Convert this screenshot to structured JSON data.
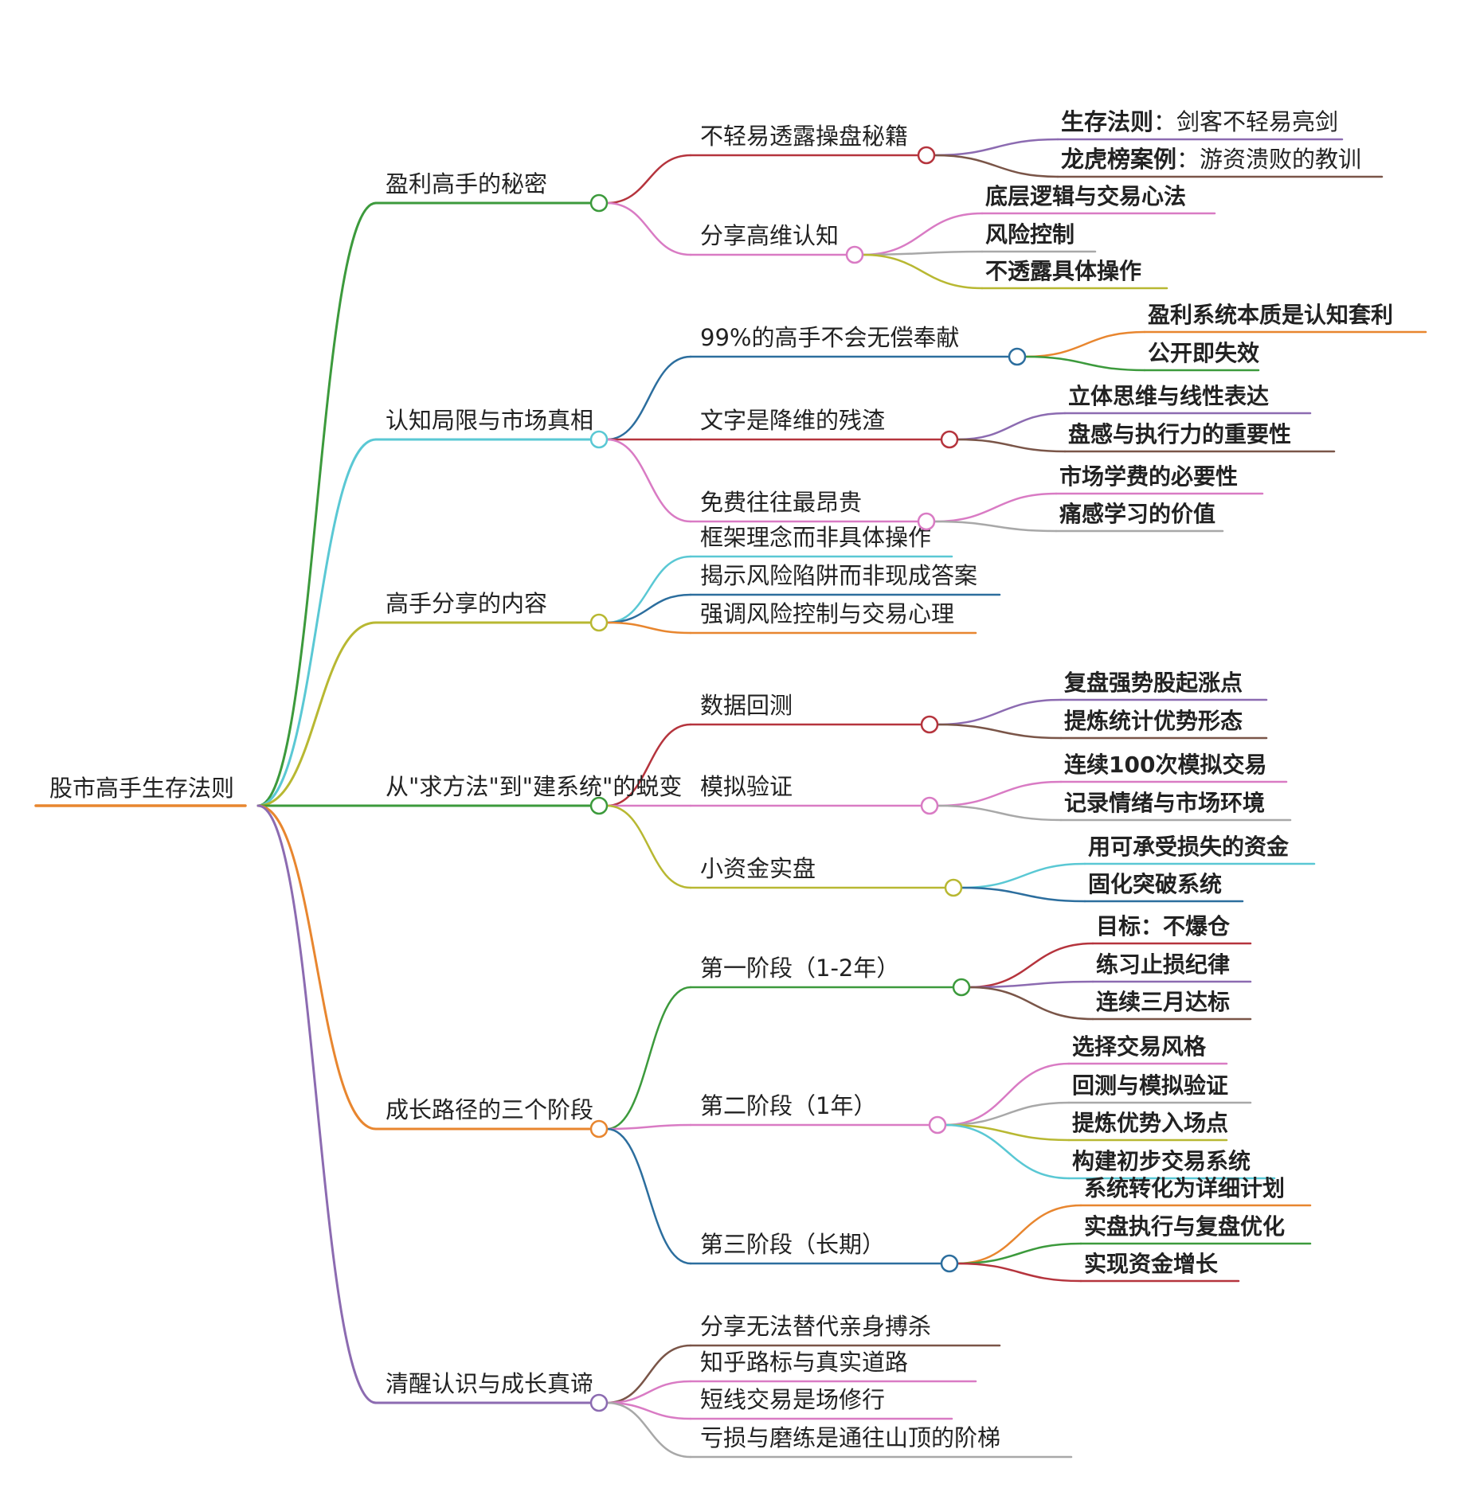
{
  "root": {
    "label": "股市高手生存法则",
    "color": "#e8862f"
  },
  "branches": [
    {
      "label": "盈利高手的秘密",
      "color": "#3c9a3c",
      "children": [
        {
          "label": "不轻易透露操盘秘籍",
          "color": "#b5343d",
          "bold_children": false,
          "children": [
            {
              "key": "生存法则",
              "value": "剑客不轻易亮剑",
              "color": "#8c6bb1"
            },
            {
              "key": "龙虎榜案例",
              "value": "游资溃败的教训",
              "color": "#7a5548"
            }
          ]
        },
        {
          "label": "分享高维认知",
          "color": "#d97bc4",
          "bold_children": true,
          "children": [
            {
              "label": "底层逻辑与交易心法",
              "color": "#d97bc4"
            },
            {
              "label": "风险控制",
              "color": "#a8a8a8"
            },
            {
              "label": "不透露具体操作",
              "color": "#b8b832"
            }
          ]
        }
      ]
    },
    {
      "label": "认知局限与市场真相",
      "color": "#5ac8d4",
      "children": [
        {
          "label": "99%的高手不会无偿奉献",
          "color": "#2c6e9e",
          "bold_children": true,
          "children": [
            {
              "label": "盈利系统本质是认知套利",
              "color": "#e8862f"
            },
            {
              "label": "公开即失效",
              "color": "#3c9a3c"
            }
          ]
        },
        {
          "label": "文字是降维的残渣",
          "color": "#b5343d",
          "bold_children": true,
          "children": [
            {
              "label": "立体思维与线性表达",
              "color": "#8c6bb1"
            },
            {
              "label": "盘感与执行力的重要性",
              "color": "#7a5548"
            }
          ]
        },
        {
          "label": "免费往往最昂贵",
          "color": "#d97bc4",
          "bold_children": true,
          "children": [
            {
              "label": "市场学费的必要性",
              "color": "#d97bc4"
            },
            {
              "label": "痛感学习的价值",
              "color": "#a8a8a8"
            }
          ]
        }
      ]
    },
    {
      "label": "高手分享的内容",
      "color": "#b8b832",
      "children": [
        {
          "label": "框架理念而非具体操作",
          "color": "#5ac8d4",
          "children": []
        },
        {
          "label": "揭示风险陷阱而非现成答案",
          "color": "#2c6e9e",
          "children": []
        },
        {
          "label": "强调风险控制与交易心理",
          "color": "#e8862f",
          "children": []
        }
      ]
    },
    {
      "label": "从\"求方法\"到\"建系统\"的蜕变",
      "color": "#3c9a3c",
      "children": [
        {
          "label": "数据回测",
          "color": "#b5343d",
          "bold_children": true,
          "children": [
            {
              "label": "复盘强势股起涨点",
              "color": "#8c6bb1"
            },
            {
              "label": "提炼统计优势形态",
              "color": "#7a5548"
            }
          ]
        },
        {
          "label": "模拟验证",
          "color": "#d97bc4",
          "bold_children": true,
          "children": [
            {
              "label": "连续100次模拟交易",
              "color": "#d97bc4"
            },
            {
              "label": "记录情绪与市场环境",
              "color": "#a8a8a8"
            }
          ]
        },
        {
          "label": "小资金实盘",
          "color": "#b8b832",
          "bold_children": true,
          "children": [
            {
              "label": "用可承受损失的资金",
              "color": "#5ac8d4"
            },
            {
              "label": "固化突破系统",
              "color": "#2c6e9e"
            }
          ]
        }
      ]
    },
    {
      "label": "成长路径的三个阶段",
      "color": "#e8862f",
      "children": [
        {
          "label": "第一阶段（1-2年）",
          "color": "#3c9a3c",
          "bold_children": true,
          "children": [
            {
              "label": "目标：不爆仓",
              "color": "#b5343d"
            },
            {
              "label": "练习止损纪律",
              "color": "#8c6bb1"
            },
            {
              "label": "连续三月达标",
              "color": "#7a5548"
            }
          ]
        },
        {
          "label": "第二阶段（1年）",
          "color": "#d97bc4",
          "bold_children": true,
          "children": [
            {
              "label": "选择交易风格",
              "color": "#d97bc4"
            },
            {
              "label": "回测与模拟验证",
              "color": "#a8a8a8"
            },
            {
              "label": "提炼优势入场点",
              "color": "#b8b832"
            },
            {
              "label": "构建初步交易系统",
              "color": "#5ac8d4"
            }
          ]
        },
        {
          "label": "第三阶段（长期）",
          "color": "#2c6e9e",
          "bold_children": true,
          "children": [
            {
              "label": "系统转化为详细计划",
              "color": "#e8862f"
            },
            {
              "label": "实盘执行与复盘优化",
              "color": "#3c9a3c"
            },
            {
              "label": "实现资金增长",
              "color": "#b5343d"
            }
          ]
        }
      ]
    },
    {
      "label": "清醒认识与成长真谛",
      "color": "#8c6bb1",
      "children": [
        {
          "label": "分享无法替代亲身搏杀",
          "color": "#7a5548",
          "children": []
        },
        {
          "label": "知乎路标与真实道路",
          "color": "#d97bc4",
          "children": []
        },
        {
          "label": "短线交易是场修行",
          "color": "#d97bc4",
          "children": []
        },
        {
          "label": "亏损与磨练是通往山顶的阶梯",
          "color": "#a8a8a8",
          "children": []
        }
      ]
    }
  ]
}
